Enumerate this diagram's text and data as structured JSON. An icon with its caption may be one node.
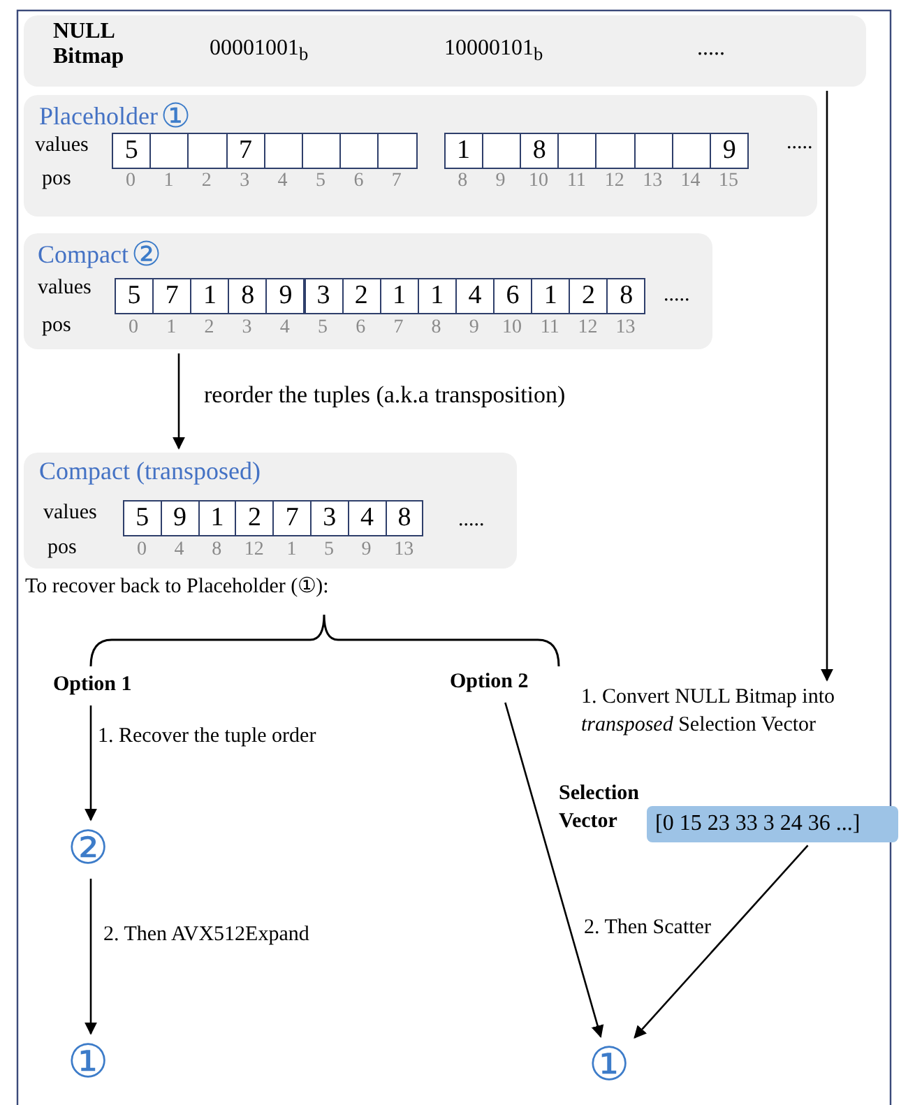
{
  "diagram": {
    "nodes": [
      {
        "text": [
          "NULL Bitmap",
          "00001001$_{b}$",
          "10000101$_{b}$",
          "....."
        ]
      },
      {
        "text": [
          "Placeholder",
          "①",
          "values",
          "5",
          "7",
          "1",
          "8",
          "9",
          ".....",
          "pos",
          "0",
          "1",
          "2",
          "3",
          "4",
          "5",
          "6",
          "7",
          "8",
          "9",
          "10",
          "11",
          "12",
          "13",
          "14",
          "15"
        ]
      },
      {
        "text": [
          "Compact",
          "②",
          "values",
          "5",
          "7",
          "1",
          "8",
          "9",
          "3",
          "2",
          "1",
          "1",
          "4",
          "6",
          "1",
          "2",
          "8",
          ".....",
          "pos",
          "0",
          "1",
          "2",
          "3",
          "4",
          "5",
          "6",
          "7",
          "8",
          "9",
          "10",
          "11",
          "12",
          "13"
        ]
      },
      {
        "text": [
          "Compact (transposed)",
          "values",
          "5",
          "9",
          "1",
          "2",
          "7",
          "3",
          "4",
          "8",
          ".....",
          "pos",
          "0",
          "4",
          "8",
          "12",
          "1",
          "5",
          "9",
          "13"
        ]
      },
      {
        "text": [
          "Option 1"
        ]
      },
      {
        "text": [
          "②"
        ]
      },
      {
        "text": [
          "①"
        ]
      },
      {
        "text": [
          "Option 2"
        ]
      },
      {
        "text": [
          "1. Convert NULL Bitmap  into *transposed* Selection Vector"
        ]
      },
      {
        "text": [
          "[0 15 23 33 3 24 36 ...]"
        ],
        "beside": [
          "Selection Vector"
        ]
      },
      {
        "text": [
          "①"
        ]
      }
    ],
    "edges": [
      {
        "from": 2,
        "to": 3,
        "arrow": "to",
        "label": "reorder the tuples (a.k.a transposition)"
      },
      {
        "from": 4,
        "to": 5,
        "arrow": "to",
        "label": "1. Recover the tuple order"
      },
      {
        "from": 5,
        "to": 6,
        "arrow": "to",
        "label": "2. Then AVX512Expand"
      },
      {
        "from": 0,
        "to": 8,
        "arrow": "to"
      },
      {
        "from": 7,
        "to": 10,
        "arrow": "to"
      },
      {
        "from": 9,
        "to": 10,
        "arrow": "to",
        "label": "2. Then Scatter"
      }
    ],
    "labels": [
      "To recover back to Placeholder (①):"
    ]
  }
}
